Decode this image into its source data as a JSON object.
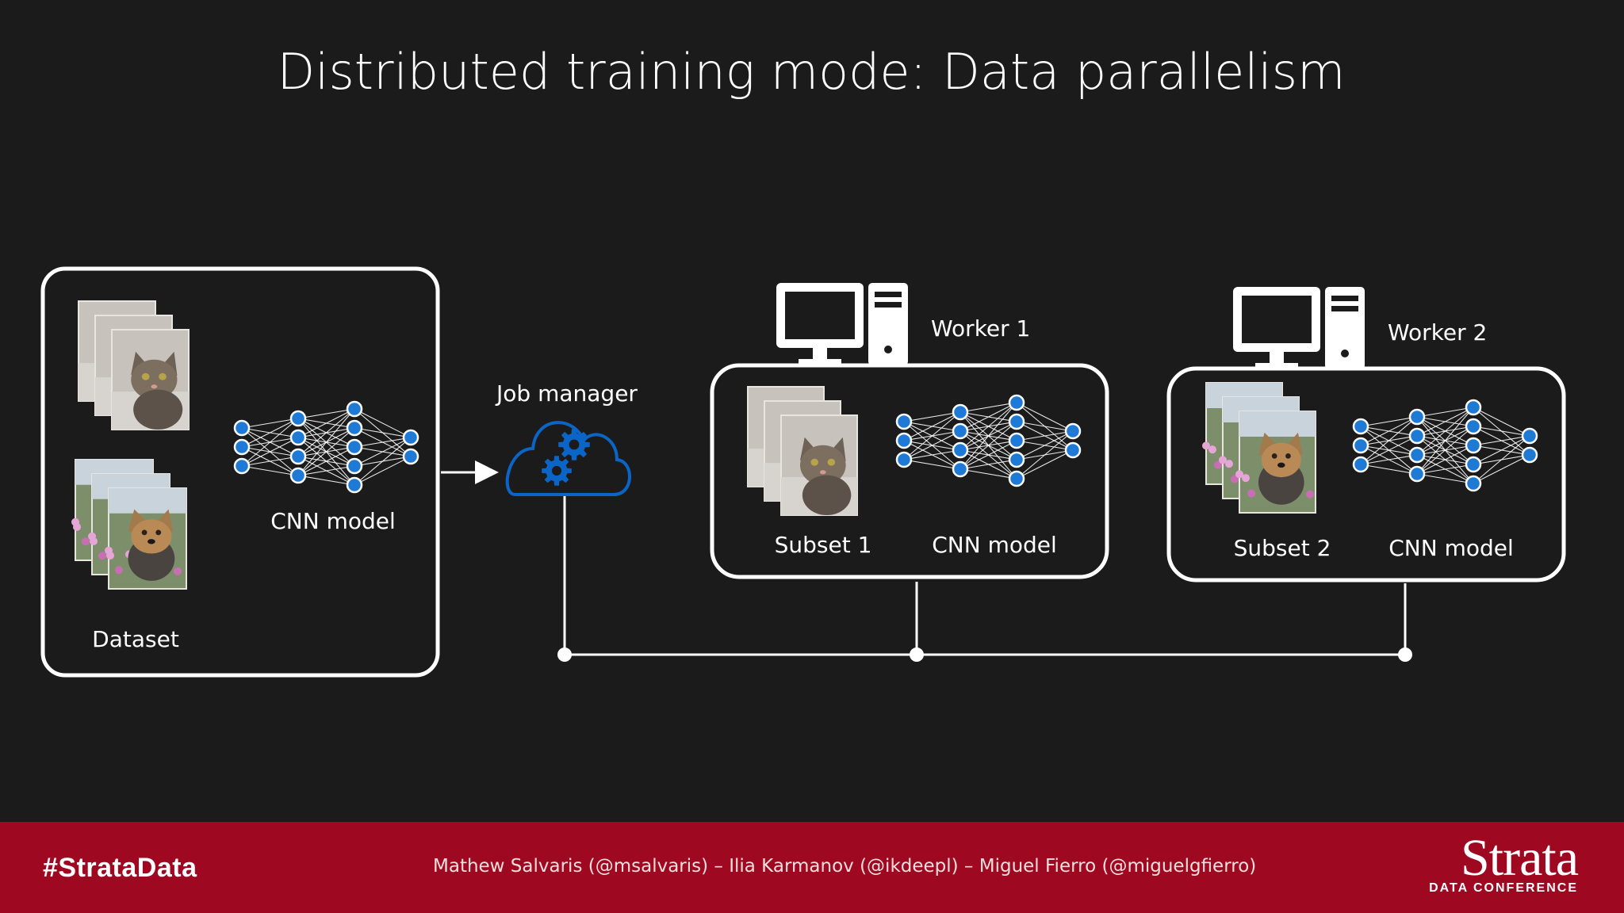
{
  "slide": {
    "title": "Distributed training mode: Data parallelism"
  },
  "left_panel": {
    "model_label": "CNN model",
    "dataset_label": "Dataset"
  },
  "job_manager": {
    "label": "Job manager"
  },
  "workers": [
    {
      "label": "Worker 1",
      "subset_label": "Subset 1",
      "model_label": "CNN model",
      "subset_image": "cat"
    },
    {
      "label": "Worker 2",
      "subset_label": "Subset 2",
      "model_label": "CNN model",
      "subset_image": "dog"
    }
  ],
  "icons": [
    "computer-icon",
    "cloud-gears-icon",
    "cat-photo-icon",
    "dog-photo-icon",
    "neural-network-icon"
  ],
  "colors": {
    "background": "#1c1b1c",
    "node_blue": "#1f7ad6",
    "cloud_blue": "#0b65c7",
    "footer_red": "#9e0820"
  },
  "footer": {
    "hashtag": "#StrataData",
    "speakers": "Mathew Salvaris (@msalvaris) – Ilia Karmanov (@ikdeepl) – Miguel Fierro (@miguelgfierro)",
    "brand_name": "Strata",
    "brand_sub": "DATA CONFERENCE"
  }
}
